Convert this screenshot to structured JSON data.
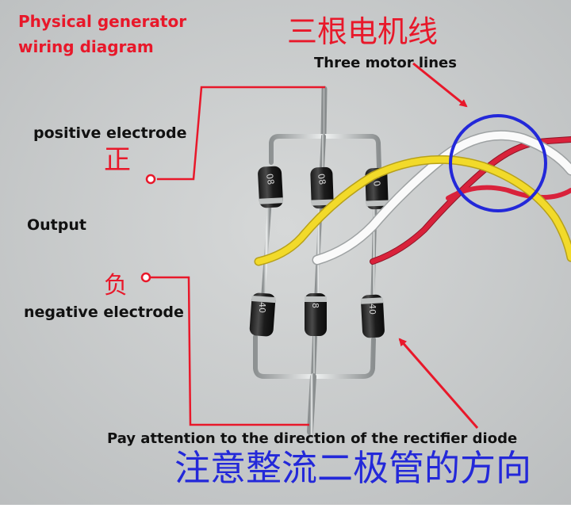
{
  "labels": {
    "title_en_line1": "Physical generator",
    "title_en_line2": "wiring diagram",
    "title_cn": "三根电机线",
    "motor_lines": "Three motor lines",
    "positive_en": "positive electrode",
    "positive_cn": "正",
    "output": "Output",
    "negative_cn": "负",
    "negative_en": "negative electrode",
    "diode_direction_en": "Pay attention to the direction of the rectifier diode",
    "diode_direction_cn": "注意整流二极管的方向"
  },
  "diode_markings": {
    "top_left": "08",
    "top_middle": "08",
    "top_right": "10",
    "bottom_left": "40",
    "bottom_middle": "8",
    "bottom_right": "40"
  },
  "colors": {
    "annotation_red": "#e8182a",
    "annotation_blue": "#2328d9",
    "wire_yellow": "#f2da2a",
    "wire_white": "#fafafa",
    "wire_red": "#d9223b",
    "background": "#c9cbcb"
  }
}
